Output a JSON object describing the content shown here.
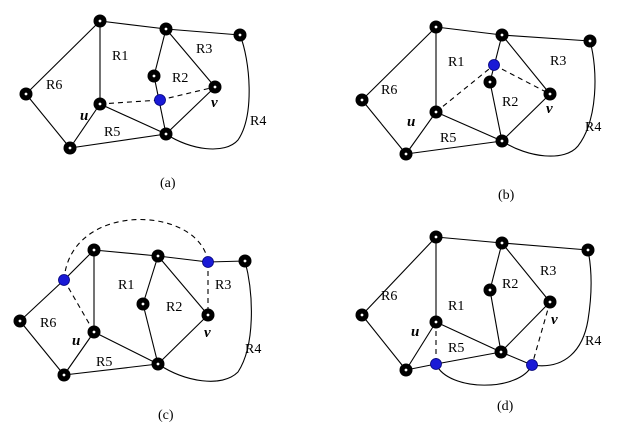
{
  "panels": [
    {
      "id": "a",
      "caption": "(a)",
      "regions": [
        "R1",
        "R2",
        "R3",
        "R4",
        "R5",
        "R6"
      ],
      "vertex_labels": [
        "u",
        "v"
      ]
    },
    {
      "id": "b",
      "caption": "(b)",
      "regions": [
        "R1",
        "R2",
        "R3",
        "R4",
        "R5",
        "R6"
      ],
      "vertex_labels": [
        "u",
        "v"
      ]
    },
    {
      "id": "c",
      "caption": "(c)",
      "regions": [
        "R1",
        "R2",
        "R3",
        "R4",
        "R5",
        "R6"
      ],
      "vertex_labels": [
        "u",
        "v"
      ]
    },
    {
      "id": "d",
      "caption": "(d)",
      "regions": [
        "R1",
        "R2",
        "R3",
        "R4",
        "R5",
        "R6"
      ],
      "vertex_labels": [
        "u",
        "v"
      ]
    }
  ],
  "colors": {
    "vertex": "#000000",
    "new_vertex": "#1a1ad6",
    "edge": "#000000"
  }
}
